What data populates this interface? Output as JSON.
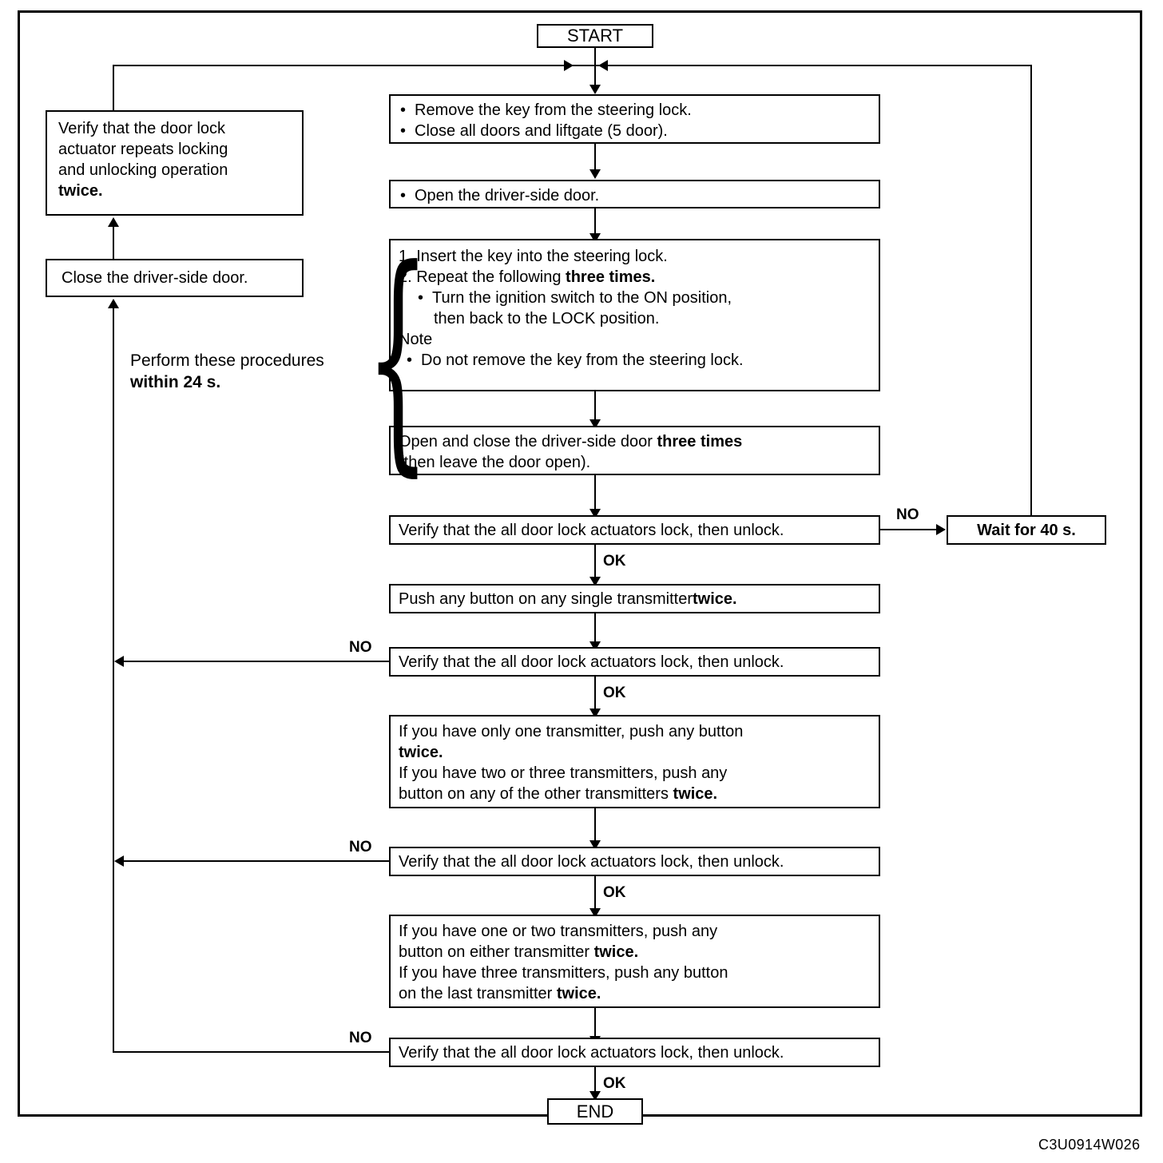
{
  "diagram": {
    "title_code": "C3U0914W026",
    "start_label": "START",
    "end_label": "END",
    "nodes": {
      "remove_key": {
        "line1": "Remove the key from  the steering lock.",
        "line2": "Close all doors and liftgate (5 door)."
      },
      "open_door": {
        "line1": "Open the driver-side door."
      },
      "insert_key": {
        "step1": "1. Insert the key into the steering lock.",
        "step2_pre": "2. Repeat the following ",
        "step2_bold": "three times.",
        "bullet_a": "Turn the ignition switch to the ON position,",
        "bullet_a2": "then back to the LOCK position.",
        "note_head": "Note",
        "note_bullet": "Do not remove the key from the steering lock."
      },
      "open_close_door": {
        "pre": "Open and close the driver-side door ",
        "bold": "three times",
        "line2": "(then leave the door open)."
      },
      "verify1": "Verify that the all door lock actuators lock, then unlock.",
      "push_single": {
        "pre": "Push any button on any single transmitter ",
        "bold": "twice."
      },
      "verify2": "Verify that the all door lock actuators lock, then unlock.",
      "transmitter_a": {
        "l1": "If you have only one transmitter, push any button",
        "l2_bold": "twice.",
        "l3": "If you have two or three transmitters, push any",
        "l4_pre": "button on any of the other transmitters ",
        "l4_bold": "twice."
      },
      "verify3": "Verify that the all door lock actuators lock, then unlock.",
      "transmitter_b": {
        "l1": "If you have one or two transmitters, push any",
        "l2_pre": "button on either transmitter ",
        "l2_bold": "twice.",
        "l3": "If you have three transmitters, push any button",
        "l4_pre": "on the last transmitter ",
        "l4_bold": "twice."
      },
      "verify4": "Verify that the all door lock actuators lock, then unlock.",
      "wait40": "Wait for 40 s.",
      "verify_repeat": {
        "l1": "Verify that the door lock",
        "l2": "actuator repeats locking",
        "l3": "and unlocking operation",
        "l4_bold": "twice."
      },
      "close_door": "Close the driver-side door."
    },
    "annotations": {
      "perform_pre": "Perform these procedures",
      "perform_bold": "within 24 s.",
      "no_1": "NO",
      "no_2": "NO",
      "no_3": "NO",
      "no_4": "NO",
      "ok_1": "OK",
      "ok_2": "OK",
      "ok_3": "OK",
      "ok_4": "OK"
    },
    "colors": {
      "line": "#000000",
      "background": "#ffffff"
    }
  }
}
